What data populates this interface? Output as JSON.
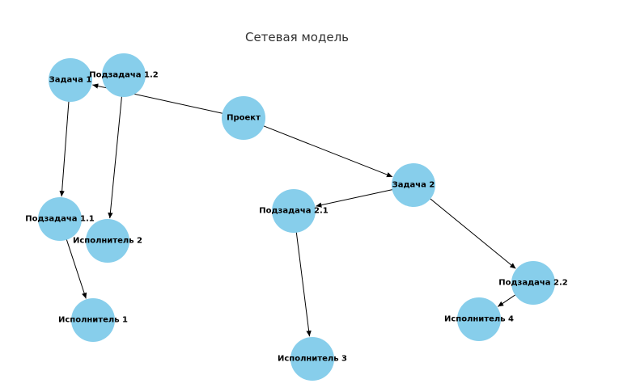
{
  "title": "Сетевая модель",
  "colors": {
    "node_fill": "#87CEEB",
    "edge": "#000000",
    "title": "#333333",
    "label": "#000000",
    "background": "#ffffff"
  },
  "nodes": [
    {
      "id": "project",
      "label": "Проект"
    },
    {
      "id": "task1",
      "label": "Задача 1"
    },
    {
      "id": "sub12",
      "label": "Подзадача 1.2"
    },
    {
      "id": "sub11",
      "label": "Подзадача 1.1"
    },
    {
      "id": "exec2",
      "label": "Исполнитель 2"
    },
    {
      "id": "exec1",
      "label": "Исполнитель 1"
    },
    {
      "id": "task2",
      "label": "Задача 2"
    },
    {
      "id": "sub21",
      "label": "Подзадача 2.1"
    },
    {
      "id": "exec3",
      "label": "Исполнитель 3"
    },
    {
      "id": "sub22",
      "label": "Подзадача 2.2"
    },
    {
      "id": "exec4",
      "label": "Исполнитель 4"
    }
  ],
  "edges": [
    {
      "from": "project",
      "to": "task1"
    },
    {
      "from": "project",
      "to": "task2"
    },
    {
      "from": "task1",
      "to": "sub11"
    },
    {
      "from": "sub12",
      "to": "exec2"
    },
    {
      "from": "sub11",
      "to": "exec1"
    },
    {
      "from": "task2",
      "to": "sub21"
    },
    {
      "from": "task2",
      "to": "sub22"
    },
    {
      "from": "sub21",
      "to": "exec3"
    },
    {
      "from": "sub22",
      "to": "exec4"
    }
  ]
}
